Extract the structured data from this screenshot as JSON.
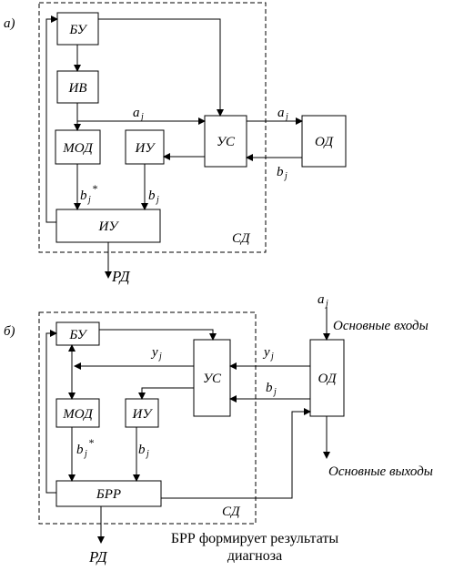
{
  "diagram_a": {
    "label": "а)",
    "boundary": "СД",
    "blocks": {
      "bu": "БУ",
      "iv": "ИВ",
      "mod": "МОД",
      "iu_small": "ИУ",
      "us": "УС",
      "od": "ОД",
      "iu_big": "ИУ"
    },
    "signals": {
      "a1": "a",
      "a2": "a",
      "b1": "b",
      "b2": "b",
      "b3": "b",
      "sub": "j",
      "star": "*"
    },
    "output": "РД"
  },
  "diagram_b": {
    "label": "б)",
    "boundary": "СД",
    "blocks": {
      "bu": "БУ",
      "mod": "МОД",
      "iu": "ИУ",
      "us": "УС",
      "od": "ОД",
      "brr": "БРР"
    },
    "signals": {
      "a": "a",
      "y1": "y",
      "y2": "y",
      "b1": "b",
      "b2": "b",
      "b3": "b",
      "sub": "j",
      "star": "*"
    },
    "main_inputs": "Основные входы",
    "main_outputs": "Основные выходы",
    "output": "РД"
  },
  "caption": {
    "line1": "БРР формирует результаты",
    "line2": "диагноза"
  }
}
